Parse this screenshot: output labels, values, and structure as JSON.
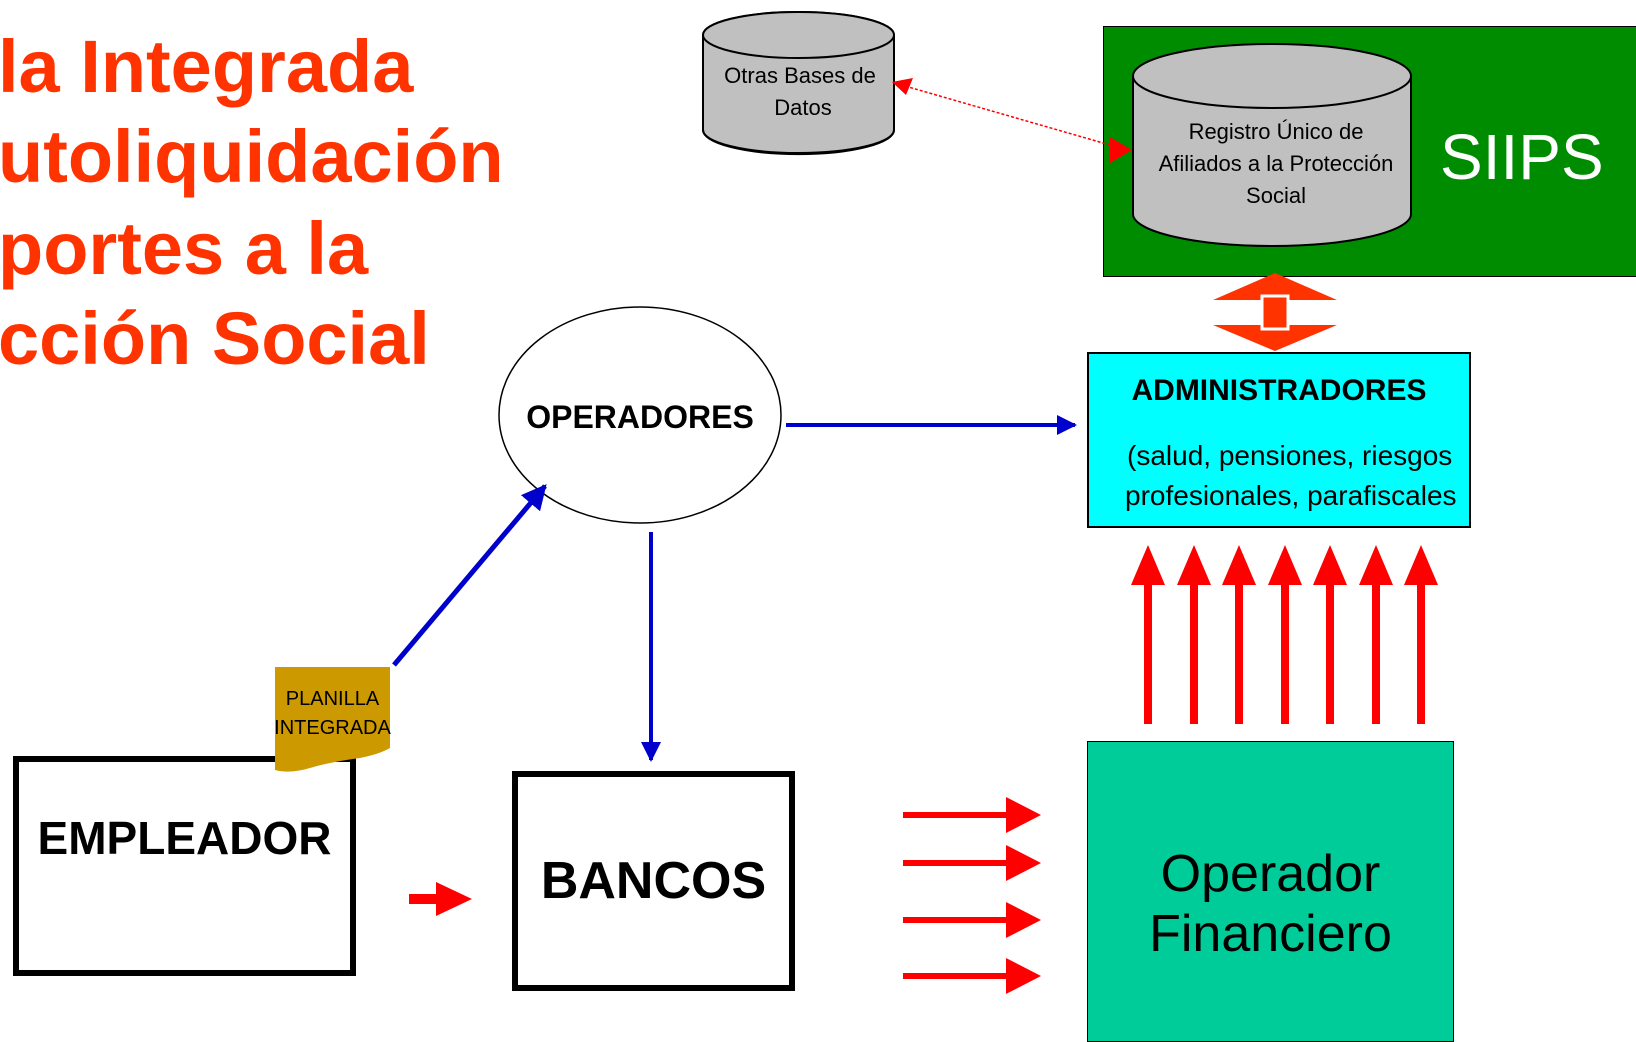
{
  "title": {
    "lines": [
      "la Integrada",
      "utoliquidación",
      "portes a la",
      "cción Social"
    ]
  },
  "nodes": {
    "otras_bases": "Otras Bases de Datos",
    "registro": "Registro Único de Afiliados a la Protección Social",
    "siips": "SIIPS",
    "operadores": "OPERADORES",
    "administradores_title": "ADMINISTRADORES",
    "administradores_detail_1": "(salud, pensiones, riesgos",
    "administradores_detail_2": "profesionales, parafiscales",
    "planilla_1": "PLANILLA",
    "planilla_2": "INTEGRADA",
    "empleador": "EMPLEADOR",
    "bancos": "BANCOS",
    "operador_financiero_1": "Operador",
    "operador_financiero_2": "Financiero"
  },
  "colors": {
    "title": "#ff3300",
    "siips_bg": "#008c00",
    "db_fill": "#c0c0c0",
    "admin_bg": "#00ffff",
    "operador_financiero_bg": "#00cc99",
    "planilla_bg": "#cc9900",
    "arrow_red": "#ff0000",
    "arrow_blue": "#0000cc"
  }
}
